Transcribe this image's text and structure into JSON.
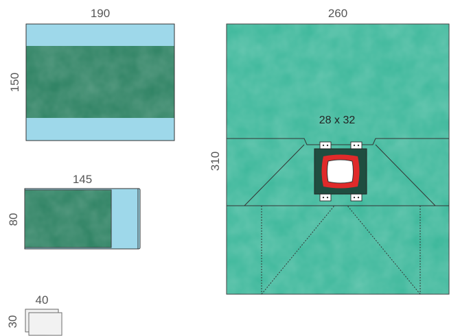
{
  "colors": {
    "light_blue": "#9ed8ea",
    "dark_green": "#2a8060",
    "teal": "#3bb79a",
    "frame_dark": "#1f4d40",
    "fenestration_red": "#e02a2a",
    "outline": "#333333",
    "sheet_white": "#f1f1f1"
  },
  "items": {
    "drape_large": {
      "width_label": "190",
      "height_label": "150"
    },
    "drape_small": {
      "width_label": "145",
      "height_label": "80"
    },
    "swab": {
      "width_label": "40",
      "height_label": "30"
    },
    "main_drape": {
      "width_label": "260",
      "height_label": "310",
      "fenestration_label": "28 x 32"
    }
  },
  "icons": {
    "texture": "mottled-fabric",
    "clips": "adhesive-tab-icon"
  }
}
